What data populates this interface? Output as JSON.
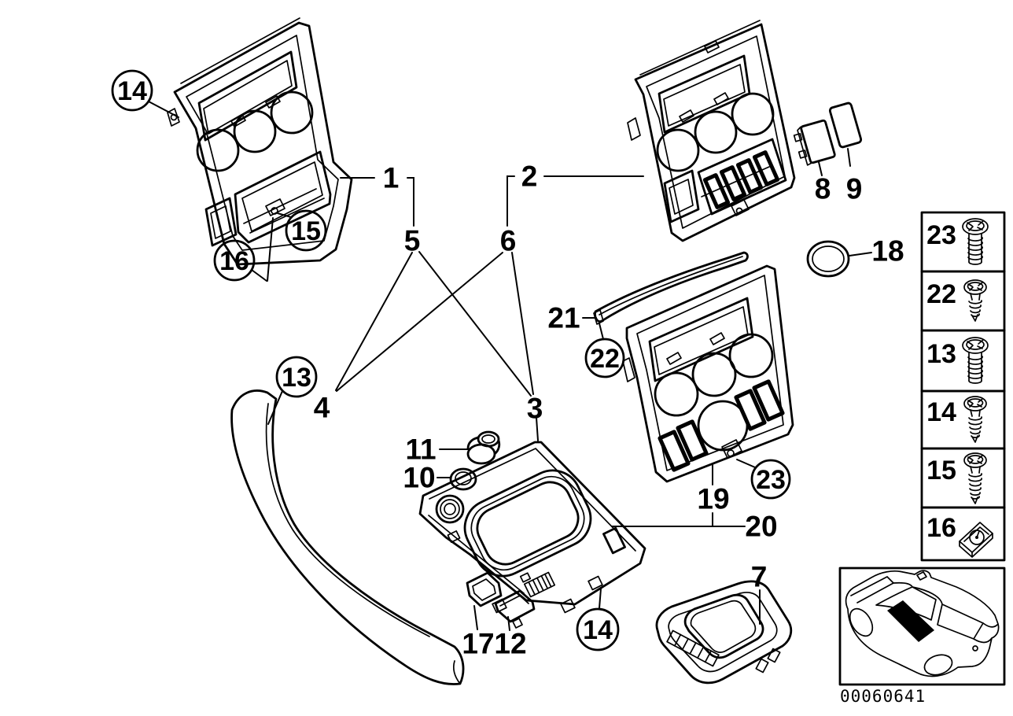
{
  "colors": {
    "ink": "#000000",
    "paper": "#ffffff"
  },
  "callouts": {
    "c1": "1",
    "c2": "2",
    "c3": "3",
    "c4": "4",
    "c5": "5",
    "c6": "6",
    "c7": "7",
    "c8": "8",
    "c9": "9",
    "c10": "10",
    "c11": "11",
    "c12": "12",
    "c13": "13",
    "c14": "14",
    "c14b": "14",
    "c15": "15",
    "c16": "16",
    "c17": "17",
    "c18": "18",
    "c19": "19",
    "c20": "20",
    "c21": "21",
    "c22": "22",
    "c23": "23"
  },
  "legend": {
    "rows": [
      {
        "number": "23",
        "icon": "machine-screw-long"
      },
      {
        "number": "22",
        "icon": "tapping-screw-short"
      },
      {
        "number": "13",
        "icon": "machine-screw-long"
      },
      {
        "number": "14",
        "icon": "tapping-screw-medium"
      },
      {
        "number": "15",
        "icon": "tapping-screw-long"
      },
      {
        "number": "16",
        "icon": "clip-nut"
      }
    ]
  },
  "footer": {
    "drawing_number": "00060641"
  }
}
